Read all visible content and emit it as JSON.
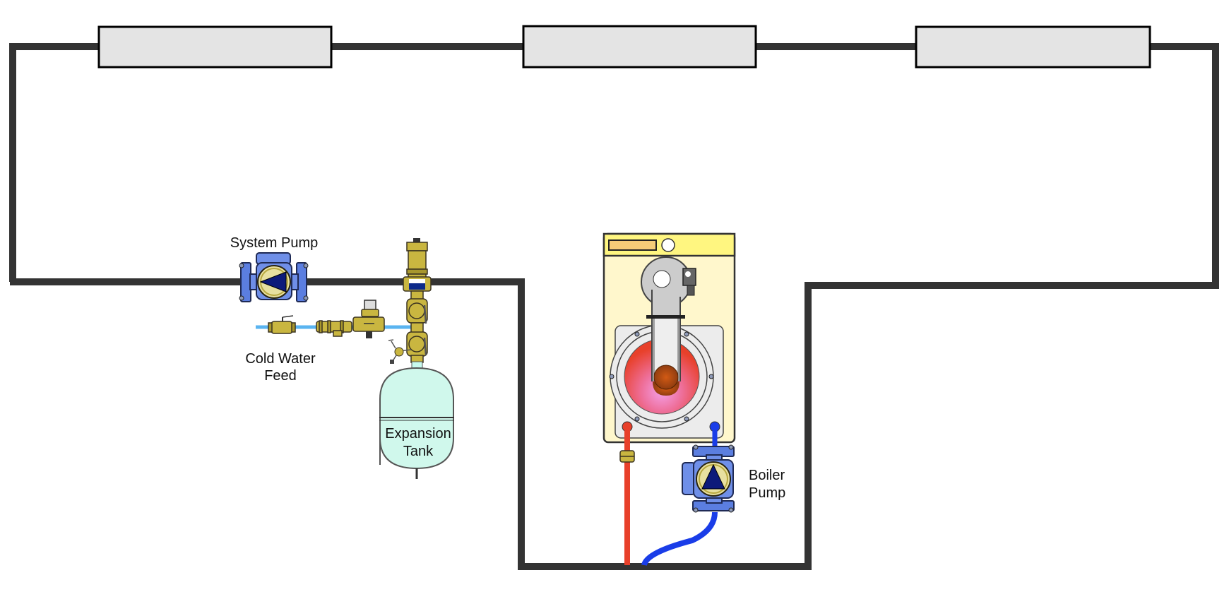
{
  "diagram": {
    "title": "Boiler heating circuit with system pump and boiler pump",
    "labels": {
      "system_pump": "System Pump",
      "cold_water_feed_line1": "Cold Water",
      "cold_water_feed_line2": "Feed",
      "expansion_tank_line1": "Expansion",
      "expansion_tank_line2": "Tank",
      "boiler_pump_line1": "Boiler",
      "boiler_pump_line2": "Pump"
    },
    "components": [
      {
        "id": "radiator-1",
        "type": "radiator"
      },
      {
        "id": "radiator-2",
        "type": "radiator"
      },
      {
        "id": "radiator-3",
        "type": "radiator"
      },
      {
        "id": "system-pump",
        "type": "circulator pump",
        "flow_direction": "left"
      },
      {
        "id": "air-vent",
        "type": "automatic air vent"
      },
      {
        "id": "isolation-valves",
        "type": "ball valves"
      },
      {
        "id": "cold-water-feed",
        "type": "filling loop with pressure reducing valve"
      },
      {
        "id": "expansion-tank",
        "type": "expansion vessel"
      },
      {
        "id": "boiler",
        "type": "boiler"
      },
      {
        "id": "boiler-pump",
        "type": "circulator pump",
        "flow_direction": "up"
      }
    ],
    "colors": {
      "pipe": "#333333",
      "radiator_fill": "#e4e4e4",
      "hot_flow": "#e8402a",
      "cold_return": "#1a3de8",
      "cold_feed": "#5ab4f0",
      "brass": "#c9b640",
      "pump_blue": "#6f8fe8",
      "pump_face": "#e8e0a0",
      "pump_arrow": "#0d1a7a",
      "boiler_panel": "#fff7cc",
      "boiler_top": "#fff680",
      "expansion_tank": "#d0f8ec"
    }
  }
}
